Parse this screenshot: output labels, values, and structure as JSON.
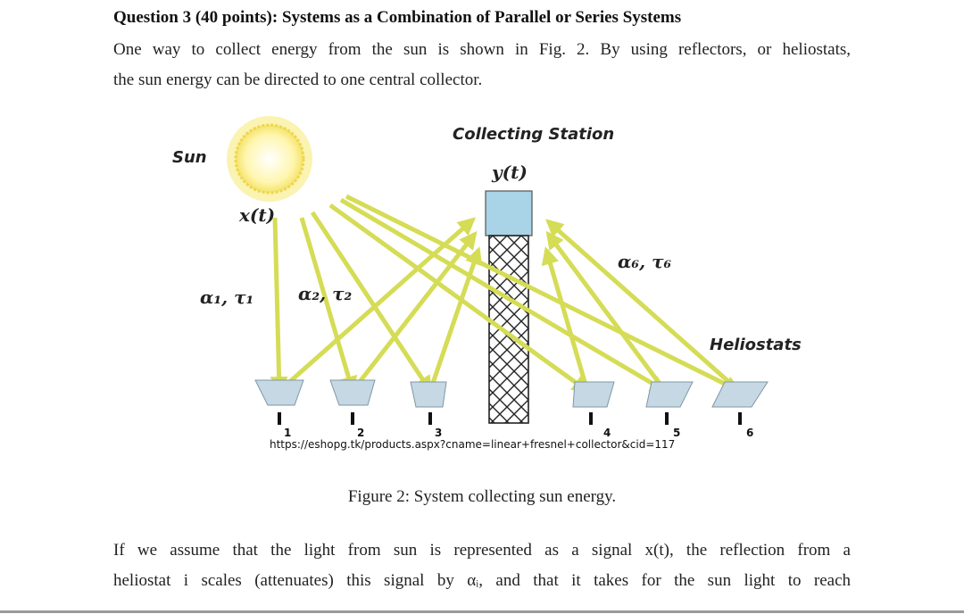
{
  "heading": "Question 3 (40 points): Systems as a Combination of Parallel or Series Systems",
  "intro_lines": [
    "One way to collect energy from the sun is shown in Fig. 2. By using reflectors, or heliostats,",
    "the sun energy can be directed to one central collector."
  ],
  "figure": {
    "sun_label": "Sun",
    "sun_signal": "x(t)",
    "station_label": "Collecting Station",
    "station_signal": "y(t)",
    "heliostats_label": "Heliostats",
    "param_1": "α₁, τ₁",
    "param_2": "α₂, τ₂",
    "param_6": "α₆, τ₆",
    "heliostat_numbers": [
      "1",
      "2",
      "3",
      "4",
      "5",
      "6"
    ],
    "source_url": "https://eshopg.tk/products.aspx?cname=linear+fresnel+collector&cid=117",
    "colors": {
      "beam": "#d5dc55",
      "tower_top": "#a9d3e6",
      "mirror": "#c6d8e3",
      "sun": "#fff6b0"
    }
  },
  "caption": "Figure 2: System collecting sun energy.",
  "bottom_lines": [
    "If we assume that the light from sun is represented as a signal x(t), the reflection from a",
    "heliostat i scales (attenuates) this signal by αᵢ, and that it takes for the sun light to reach"
  ]
}
